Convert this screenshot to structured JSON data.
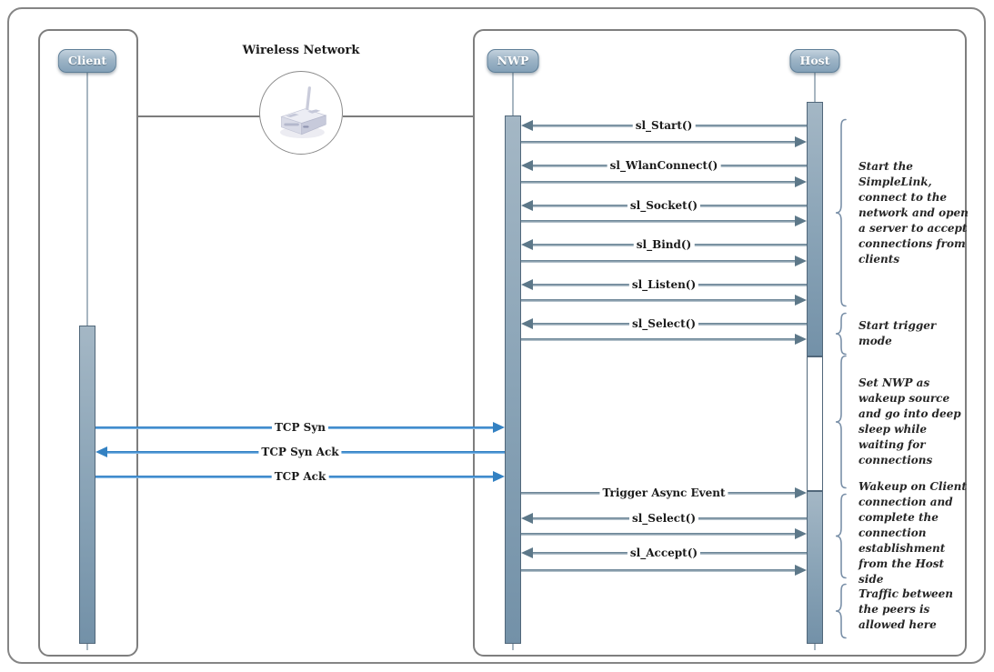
{
  "diagram": {
    "entities": {
      "client": "Client",
      "nwp": "NWP",
      "host": "Host"
    },
    "network_label": "Wireless Network",
    "messages": {
      "sl_start": "sl_Start()",
      "sl_wlan_connect": "sl_WlanConnect()",
      "sl_socket": "sl_Socket()",
      "sl_bind": "sl_Bind()",
      "sl_listen": "sl_Listen()",
      "sl_select_1": "sl_Select()",
      "tcp_syn": "TCP Syn",
      "tcp_syn_ack": "TCP Syn Ack",
      "tcp_ack": "TCP Ack",
      "trigger_async_event": "Trigger Async Event",
      "sl_select_2": "sl_Select()",
      "sl_accept": "sl_Accept()"
    },
    "annotations": [
      "Start the SimpleLink, connect to the network and open a server to accept connections from clients",
      "Start trigger mode",
      "Set NWP as wakeup source and go into deep sleep while waiting for connections",
      "Wakeup on Client connection and complete the connection establishment from the Host side",
      "Traffic between the peers is allowed here"
    ],
    "colors": {
      "arrow_gray": "#5d7889",
      "arrow_blue": "#3381c2",
      "bar_fill": "#85a0b5",
      "bar_border": "#51677a",
      "badge_border": "#5e7e97",
      "frame_border": "#858585",
      "brace": "#7a90a8",
      "text": "#1f1f1f"
    }
  }
}
